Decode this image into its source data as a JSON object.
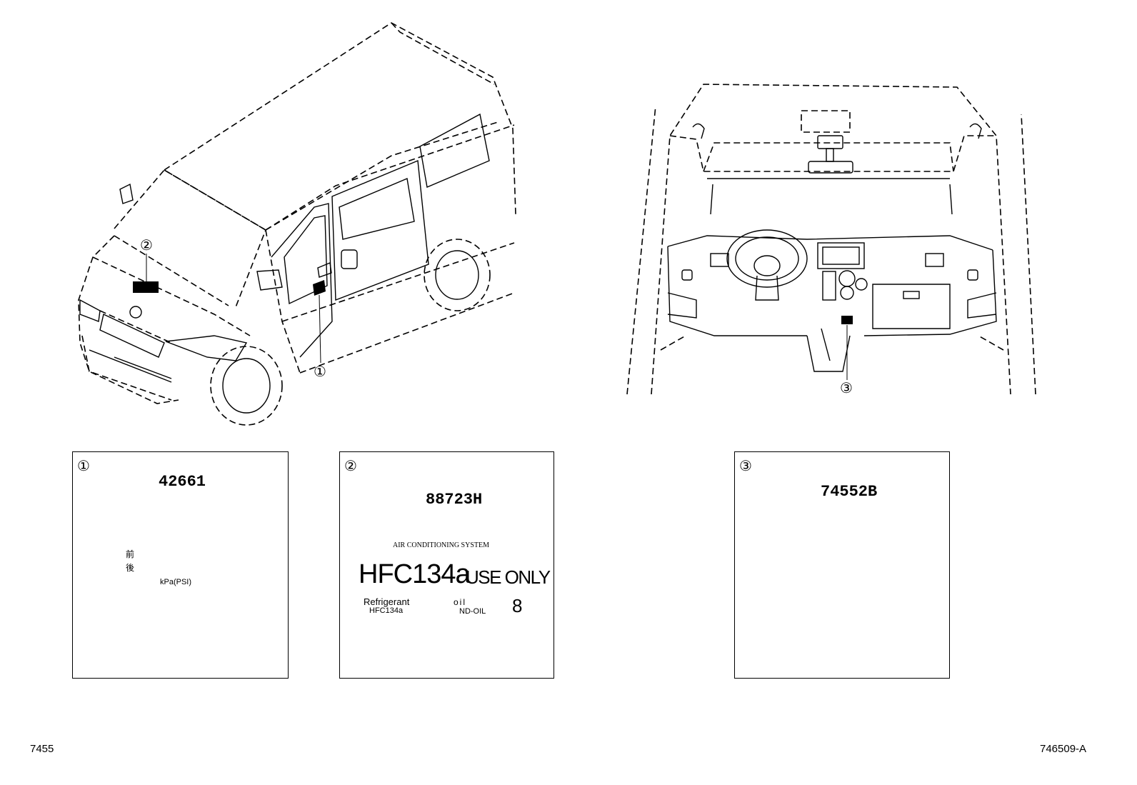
{
  "callouts": {
    "c1": "①",
    "c2": "②",
    "c3": "③"
  },
  "panels": [
    {
      "index": "①",
      "part_number": "42661",
      "kanji_front": "前",
      "kanji_rear": "後",
      "unit_text": "kPa(PSI)"
    },
    {
      "index": "②",
      "part_number": "88723H",
      "system_title": "AIR CONDITIONING SYSTEM",
      "refrigerant_big": "HFC134a",
      "use_only": "USE ONLY",
      "refrigerant_label": "Refrigerant",
      "refrigerant_value": "HFC134a",
      "oil_label": "oil",
      "oil_value": "ND-OIL",
      "oil_amount": "8"
    },
    {
      "index": "③",
      "part_number": "74552B"
    }
  ],
  "footer": {
    "left_code": "7455",
    "right_code": "746509-A"
  }
}
